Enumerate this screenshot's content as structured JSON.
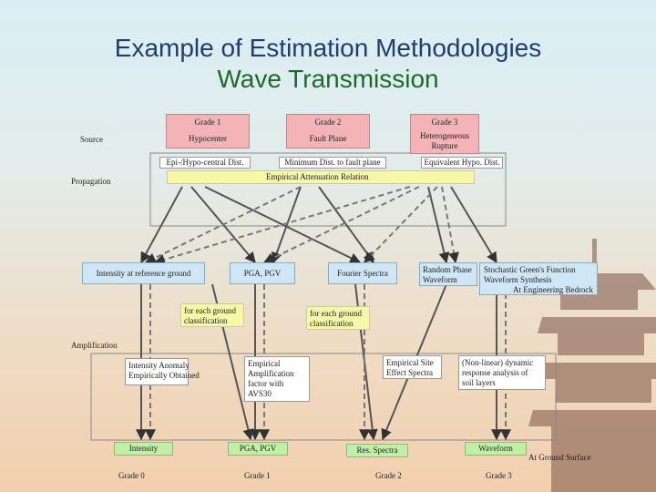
{
  "slide": {
    "title_line1": "Example of Estimation Methodologies",
    "title_line2": "Wave Transmission"
  },
  "diagram": {
    "row_labels": {
      "source": "Source",
      "propagation": "Propagation",
      "amplification": "Amplification"
    },
    "grades_top": [
      {
        "grade": "Grade 1",
        "name": "Hypocenter"
      },
      {
        "grade": "Grade 2",
        "name": "Fault Plane"
      },
      {
        "grade": "Grade 3",
        "name": "Heterogeneous\nRupture"
      }
    ],
    "distance_boxes": [
      "Epi-/Hypo-central Dist.",
      "Minimum Dist. to fault plane",
      "Equivalent Hypo. Dist."
    ],
    "attenuation": "Empirical Attenuation Relation",
    "mid_boxes": {
      "intensity_ref": "Intensity at reference ground",
      "pga_pgv": "PGA, PGV",
      "fourier": "Fourier Spectra",
      "random_phase": "Random Phase\nWaveform",
      "stochastic": "Stochastic Green's Function\nWaveform Synthesis",
      "bedrock": "At Engineering Bedrock"
    },
    "classification_1": "for each ground\nclassification",
    "classification_2": "for each ground\nclassification",
    "amp_boxes": {
      "intensity_anomaly": "Intensity Anomaly\nEmpirically Obtained",
      "empirical_amp": "Empirical\nAmplification\nfactor with\nAVS30",
      "site_effect": "Empirical Site\nEffect Spectra",
      "nonlinear": "(Non-linear) dynamic\nresponse analysis of\nsoil layers"
    },
    "outputs": [
      "Intensity",
      "PGA, PGV",
      "Res. Spectra",
      "Waveform"
    ],
    "ground_surface": "At Ground Surface",
    "grades_bottom": [
      "Grade 0",
      "Grade 1",
      "Grade 2",
      "Grade 3"
    ],
    "colors": {
      "pink": "#f4b3b7",
      "yellow": "#f7f7a8",
      "blue": "#cfe6f6",
      "green": "#bff0a6",
      "title_blue": "#1f3d6e",
      "title_green": "#1d6b2a"
    }
  }
}
